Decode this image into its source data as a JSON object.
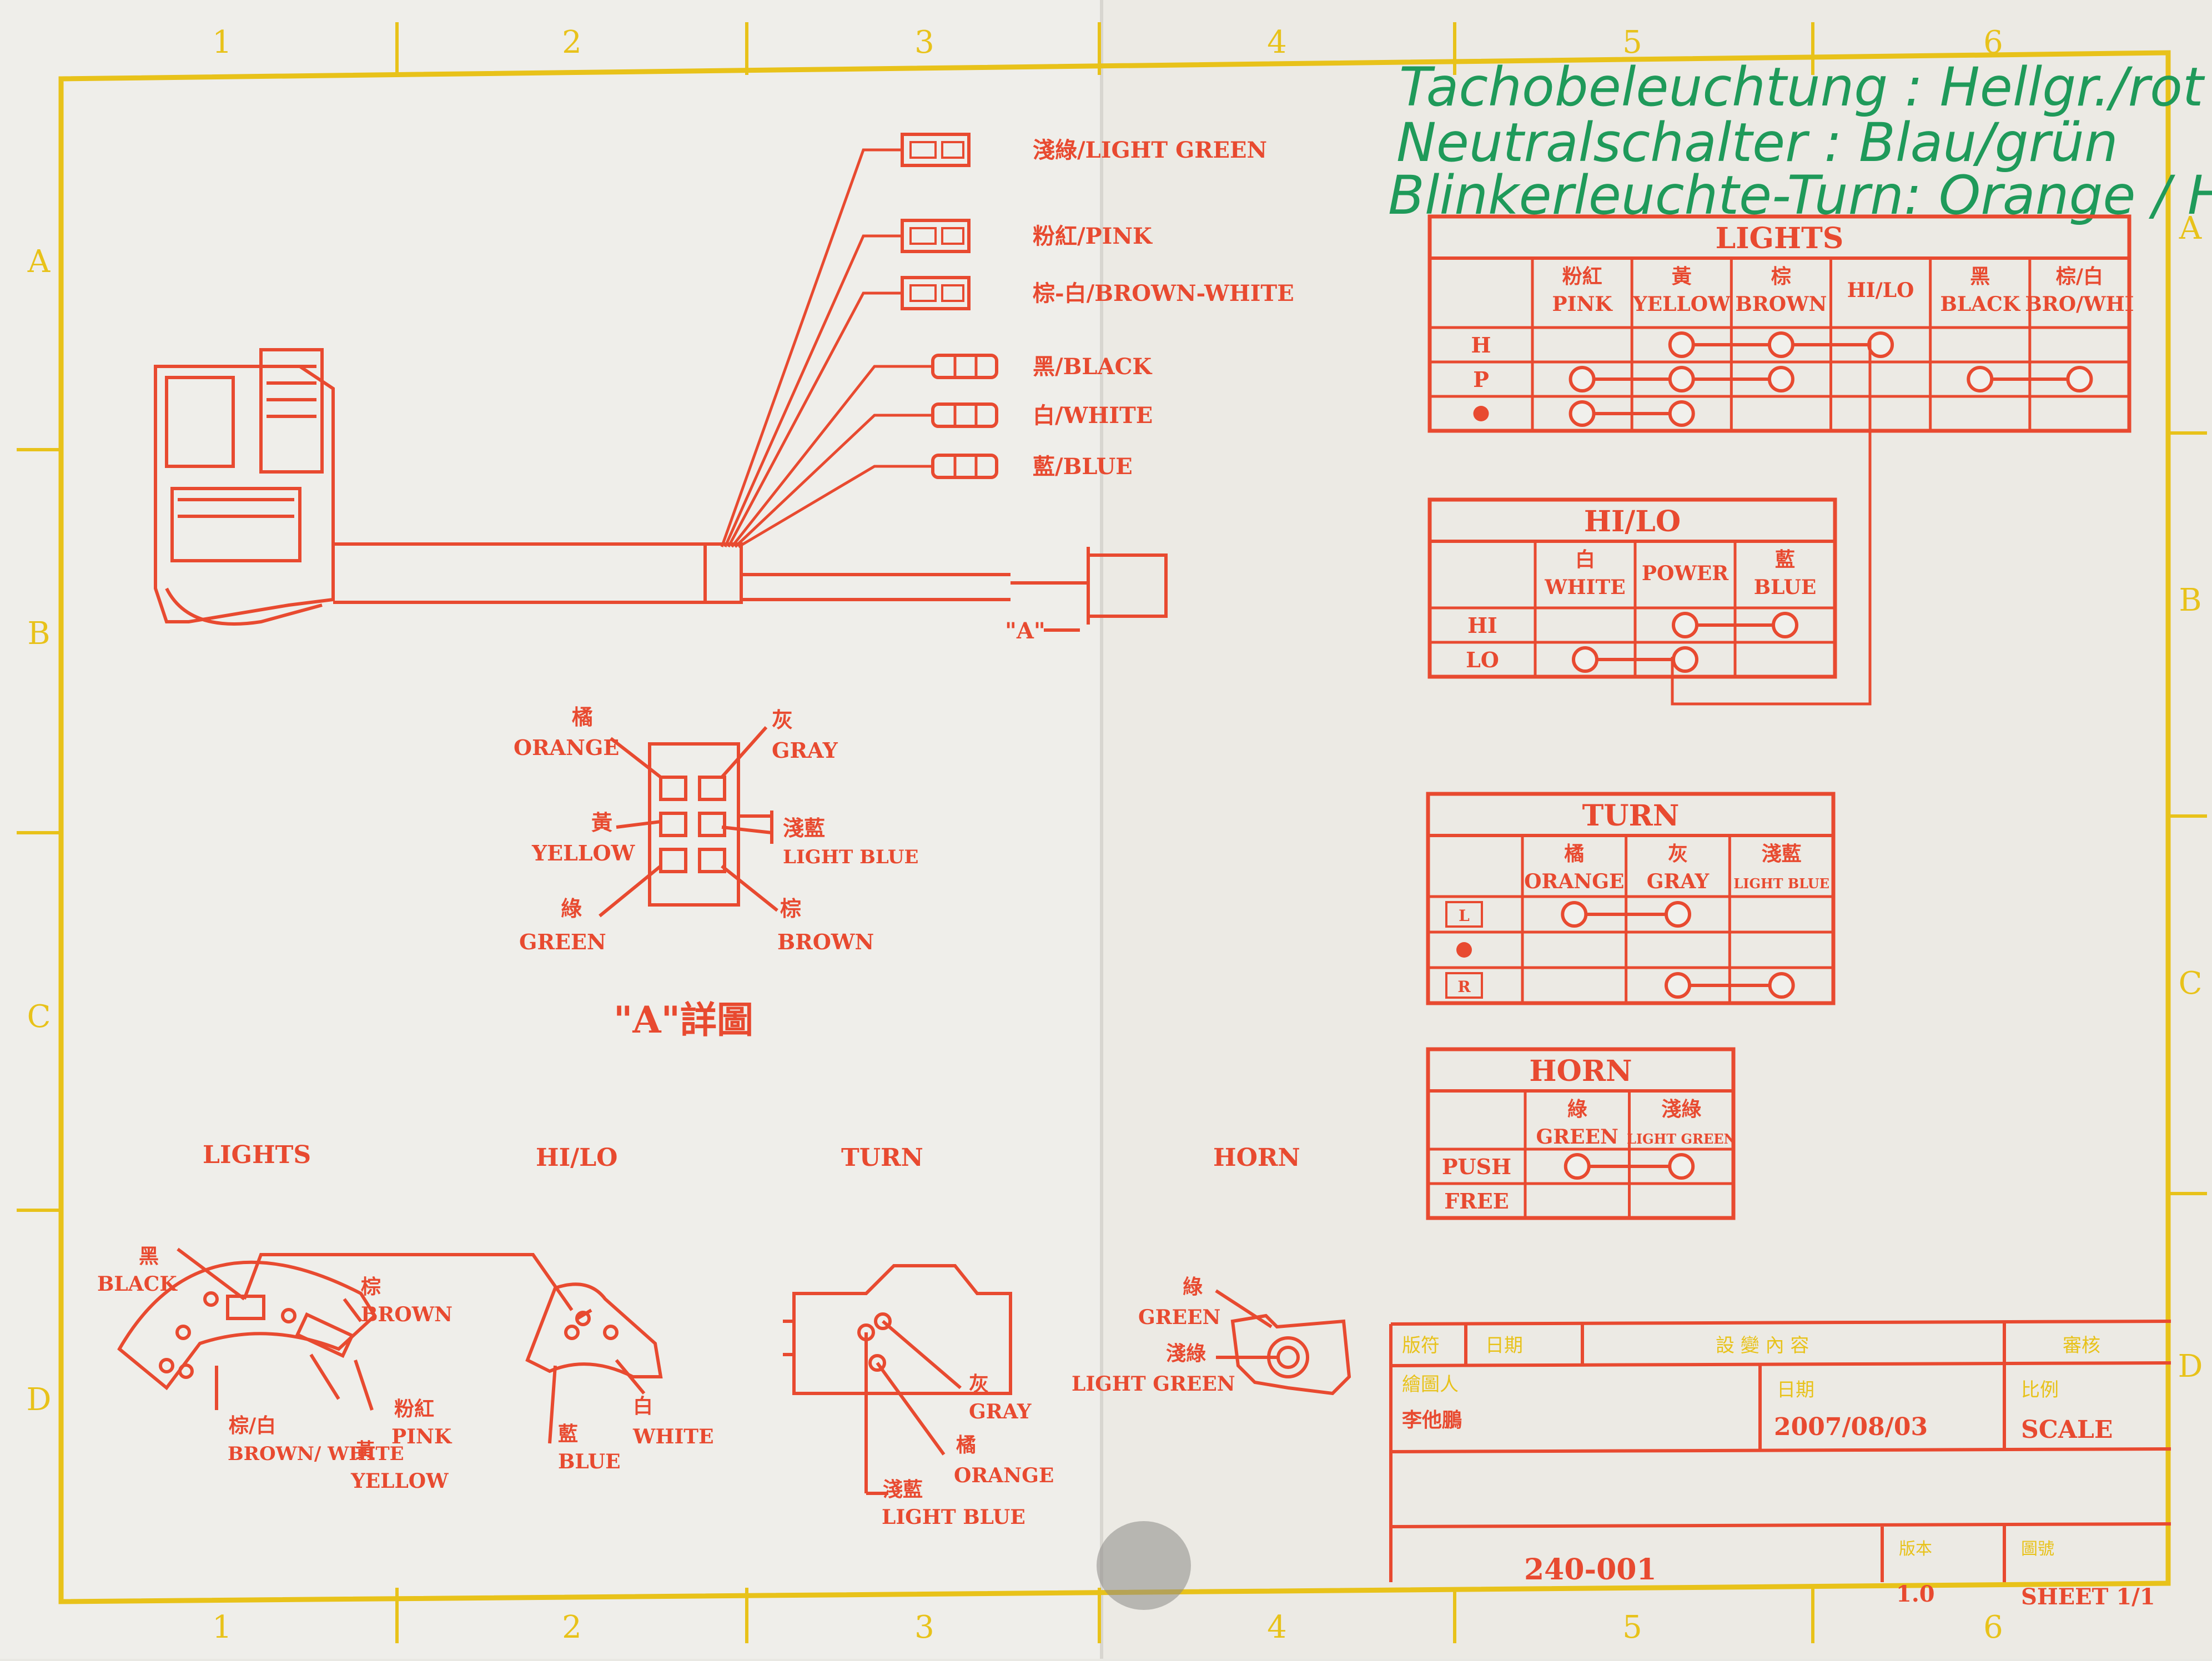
{
  "colors": {
    "paper": "#f1f0ec",
    "frame": "#e8c21a",
    "ink": "#e84a30",
    "note": "#1f9a5a"
  },
  "handwritten_notes": [
    "Tachobeleuchtung : Hellgr./rot",
    "Neutralschalter : Blau/grün",
    "Blinkerleuchte-Turn: Orange / Hellblau"
  ],
  "border": {
    "columns": [
      "1",
      "2",
      "3",
      "4",
      "5",
      "6"
    ],
    "rows": [
      "A",
      "B",
      "C",
      "D"
    ]
  },
  "wires": [
    {
      "zh": "淺綠",
      "en": "LIGHT GREEN"
    },
    {
      "zh": "粉紅",
      "en": "PINK"
    },
    {
      "zh": "棕-白",
      "en": "BROWN-WHITE"
    },
    {
      "zh": "黑",
      "en": "BLACK"
    },
    {
      "zh": "白",
      "en": "WHITE"
    },
    {
      "zh": "藍",
      "en": "BLUE"
    }
  ],
  "connector_tag": "\"A\"",
  "connector_detail": {
    "title": "\"A\"詳圖",
    "pins": [
      {
        "zh": "橘",
        "en": "ORANGE"
      },
      {
        "zh": "灰",
        "en": "GRAY"
      },
      {
        "zh": "黃",
        "en": "YELLOW"
      },
      {
        "zh": "淺藍",
        "en": "LIGHT BLUE"
      },
      {
        "zh": "綠",
        "en": "GREEN"
      },
      {
        "zh": "棕",
        "en": "BROWN"
      }
    ]
  },
  "tables": {
    "lights": {
      "title": "LIGHTS",
      "columns": [
        {
          "zh": "粉紅",
          "en": "PINK"
        },
        {
          "zh": "黃",
          "en": "YELLOW"
        },
        {
          "zh": "棕",
          "en": "BROWN"
        },
        {
          "zh": "",
          "en": "HI/LO"
        },
        {
          "zh": "黑",
          "en": "BLACK"
        },
        {
          "zh": "棕/白",
          "en": "BRO/WHI"
        }
      ],
      "rows": [
        "H",
        "P",
        "●"
      ],
      "connections": [
        {
          "row": 0,
          "cols": [
            1,
            2,
            3
          ]
        },
        {
          "row": 1,
          "cols": [
            0,
            1,
            2
          ]
        },
        {
          "row": 1,
          "cols": [
            4,
            5
          ]
        },
        {
          "row": 2,
          "cols": [
            0,
            1
          ]
        }
      ]
    },
    "hilo": {
      "title": "HI/LO",
      "columns": [
        {
          "zh": "白",
          "en": "WHITE"
        },
        {
          "zh": "",
          "en": "POWER"
        },
        {
          "zh": "藍",
          "en": "BLUE"
        }
      ],
      "rows": [
        "HI",
        "LO"
      ],
      "connections": [
        {
          "row": 0,
          "cols": [
            1,
            2
          ]
        },
        {
          "row": 1,
          "cols": [
            0,
            1
          ]
        }
      ]
    },
    "turn": {
      "title": "TURN",
      "columns": [
        {
          "zh": "橘",
          "en": "ORANGE"
        },
        {
          "zh": "灰",
          "en": "GRAY"
        },
        {
          "zh": "淺藍",
          "en": "LIGHT BLUE"
        }
      ],
      "rows": [
        "L",
        "●",
        "R"
      ],
      "connections": [
        {
          "row": 0,
          "cols": [
            0,
            1
          ]
        },
        {
          "row": 2,
          "cols": [
            1,
            2
          ]
        }
      ]
    },
    "horn": {
      "title": "HORN",
      "columns": [
        {
          "zh": "綠",
          "en": "GREEN"
        },
        {
          "zh": "淺綠",
          "en": "LIGHT GREEN"
        }
      ],
      "rows": [
        "PUSH",
        "FREE"
      ],
      "connections": [
        {
          "row": 0,
          "cols": [
            0,
            1
          ]
        }
      ]
    }
  },
  "switch_diagrams": {
    "lights": {
      "title": "LIGHTS",
      "labels": [
        {
          "zh": "黑",
          "en": "BLACK"
        },
        {
          "zh": "棕",
          "en": "BROWN"
        },
        {
          "zh": "棕/白",
          "en": "BROWN/ WHITE"
        },
        {
          "zh": "粉紅",
          "en": "PINK"
        },
        {
          "zh": "黃",
          "en": "YELLOW"
        }
      ]
    },
    "hilo": {
      "title": "HI/LO",
      "labels": [
        {
          "zh": "藍",
          "en": "BLUE"
        },
        {
          "zh": "白",
          "en": "WHITE"
        }
      ]
    },
    "turn": {
      "title": "TURN",
      "labels": [
        {
          "zh": "灰",
          "en": "GRAY"
        },
        {
          "zh": "橘",
          "en": "ORANGE"
        },
        {
          "zh": "淺藍",
          "en": "LIGHT BLUE"
        }
      ]
    },
    "horn": {
      "title": "HORN",
      "labels": [
        {
          "zh": "綠",
          "en": "GREEN"
        },
        {
          "zh": "淺綠",
          "en": "LIGHT GREEN"
        }
      ]
    }
  },
  "title_block": {
    "revision": "版符",
    "date_label": "日期",
    "change_label": "設 變 內 容",
    "approval_label": "審核",
    "drafter_label": "繪圖人",
    "drafter": "李他鵬",
    "date2_label": "日期",
    "date": "2007/08/03",
    "scale_label": "比例",
    "scale": "SCALE",
    "drawing_no": "240-001",
    "version_label": "版本",
    "version": "1.0",
    "sheet_label": "圖號",
    "sheet": "SHEET 1/1"
  }
}
